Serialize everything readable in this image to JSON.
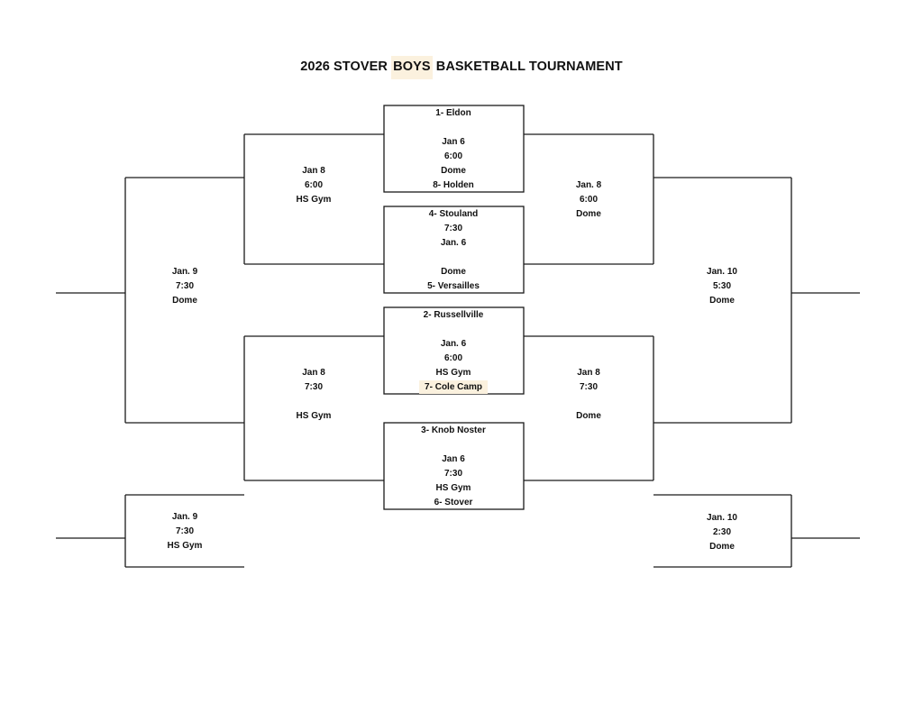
{
  "title": {
    "before": "2026 STOVER ",
    "highlight": "BOYS",
    "after": " BASKETBALL TOURNAMENT"
  },
  "first_round": [
    {
      "top_team": "1- Eldon",
      "date": "Jan 6",
      "time": "6:00",
      "venue": "Dome",
      "bottom_team": "8- Holden"
    },
    {
      "top_team": "4- Stouland",
      "time": "7:30",
      "date": "Jan. 6",
      "venue": "Dome",
      "bottom_team": "5- Versailles"
    },
    {
      "top_team": "2- Russellville",
      "date": "Jan. 6",
      "time": "6:00",
      "venue": "HS Gym",
      "bottom_team": "7- Cole Camp"
    },
    {
      "top_team": "3- Knob Noster",
      "date": "Jan 6",
      "time": "7:30",
      "venue": "HS Gym",
      "bottom_team": "6- Stover"
    }
  ],
  "left_quarterfinals": [
    {
      "date": "Jan 8",
      "time": "6:00",
      "venue": "HS Gym"
    },
    {
      "date": "Jan 8",
      "time": "7:30",
      "venue": "HS Gym"
    }
  ],
  "right_semifinals": [
    {
      "date": "Jan. 8",
      "time": "6:00",
      "venue": "Dome"
    },
    {
      "date": "Jan 8",
      "time": "7:30",
      "venue": "Dome"
    }
  ],
  "left_final": {
    "date": "Jan. 9",
    "time": "7:30",
    "venue": "Dome"
  },
  "right_final": {
    "date": "Jan. 10",
    "time": "5:30",
    "venue": "Dome"
  },
  "left_lower": {
    "date": "Jan. 9",
    "time": "7:30",
    "venue": "HS Gym"
  },
  "right_lower": {
    "date": "Jan. 10",
    "time": "2:30",
    "venue": "Dome"
  }
}
